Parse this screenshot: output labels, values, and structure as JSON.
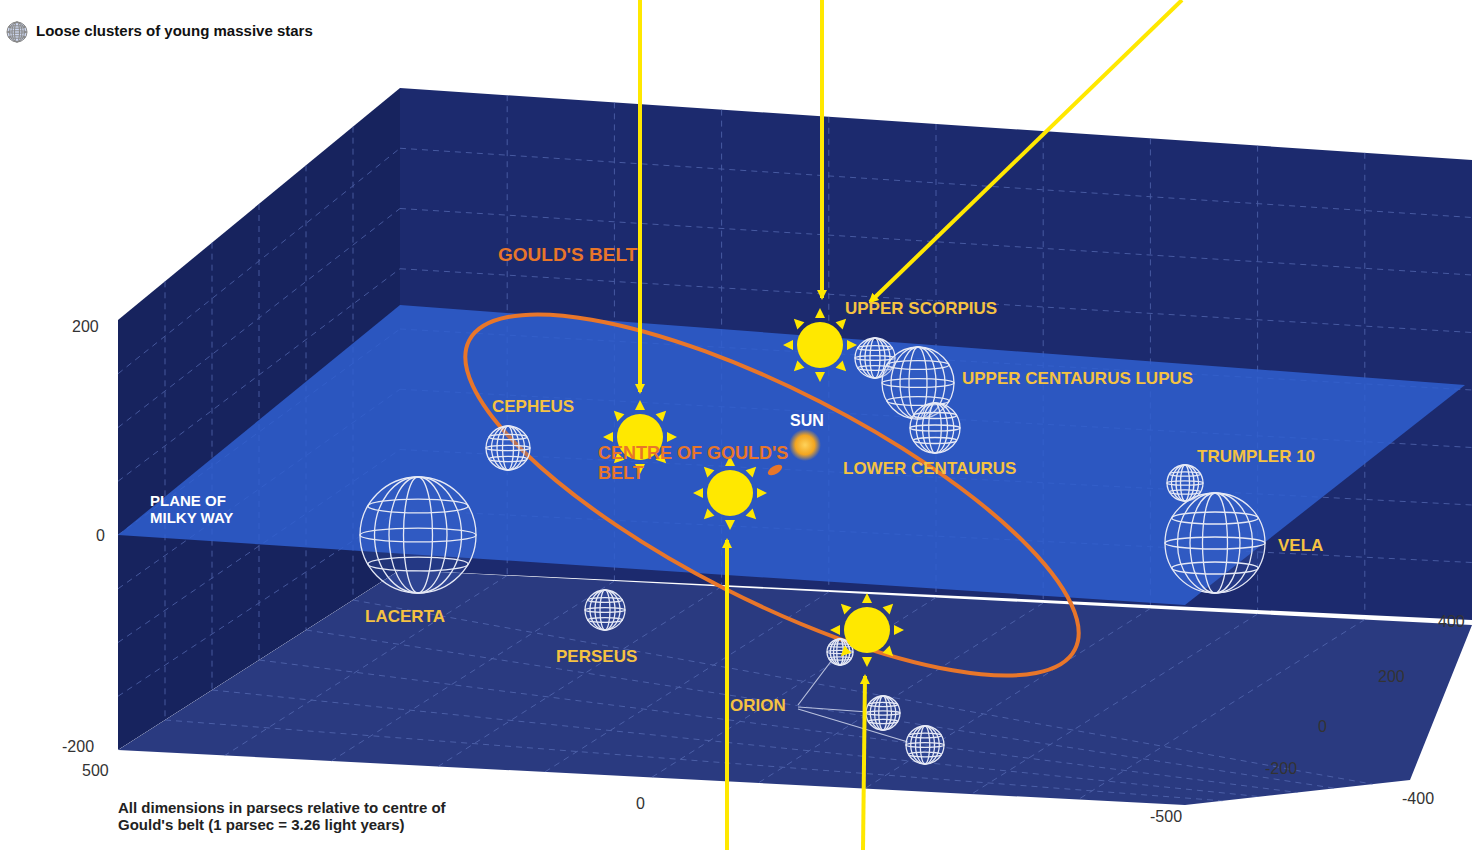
{
  "diagram": {
    "labels": [
      "GOULD'S BELT",
      "UPPER SCORPIUS",
      "UPPER CENTAURUS LUPUS",
      "CEPHEUS",
      "SUN",
      "CENTRE OF GOULD'S BELT",
      "LOWER CENTAURUS",
      "TRUMPLER 10",
      "VELA",
      "PLANE OF MILKY WAY",
      "LACERTA",
      "PERSEUS",
      "ORION",
      "200",
      "0",
      "-200",
      "500",
      "0",
      "-500",
      "400",
      "200",
      "0",
      "-200",
      "-400",
      "All dimensions in parsecs relative to centre of Gould's belt (1 parsec = 3.26 light years)"
    ],
    "legend": [
      {
        "text": "Loose clusters of young massive stars"
      }
    ]
  }
}
